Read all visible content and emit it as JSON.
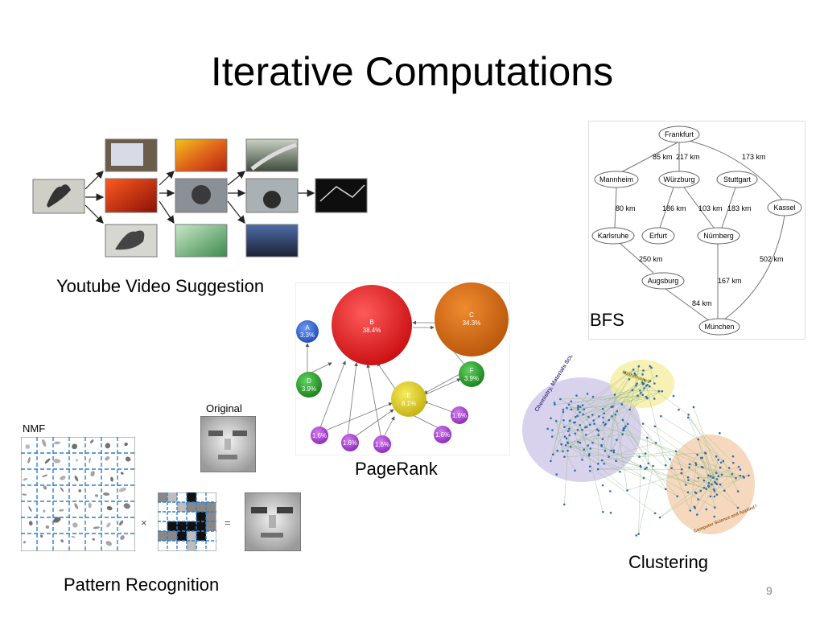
{
  "slide": {
    "title": "Iterative Computations",
    "page_number": "9"
  },
  "captions": {
    "youtube": "Youtube Video Suggestion",
    "bfs": "BFS",
    "pagerank": "PageRank",
    "clustering": "Clustering",
    "pattern": "Pattern Recognition"
  },
  "bfs_graph": {
    "cities": {
      "frankfurt": "Frankfurt",
      "mannheim": "Mannheim",
      "wurzburg": "Würzburg",
      "stuttgart": "Stuttgart",
      "kassel": "Kassel",
      "karlsruhe": "Karlsruhe",
      "erfurt": "Erfurt",
      "nurnberg": "Nürnberg",
      "augsburg": "Augsburg",
      "munchen": "München"
    },
    "edges": {
      "e1": "85 km",
      "e2": "217 km",
      "e3": "173 km",
      "e4": "80 km",
      "e5": "186 km",
      "e6": "103 km",
      "e7": "183 km",
      "e8": "250 km",
      "e9": "502 km",
      "e10": "167 km",
      "e11": "84 km"
    }
  },
  "pagerank_graph": {
    "nodes": {
      "a": {
        "name": "A",
        "value": "3.3%"
      },
      "b": {
        "name": "B",
        "value": "38.4%"
      },
      "c": {
        "name": "C",
        "value": "34.3%"
      },
      "d": {
        "name": "D",
        "value": "3.9%"
      },
      "e": {
        "name": "E",
        "value": "8.1%"
      },
      "f": {
        "name": "F",
        "value": "3.9%"
      }
    },
    "small_nodes": [
      "1.6%",
      "1.6%",
      "1.6%",
      "1.6%",
      "1.6%"
    ]
  },
  "clustering": {
    "cluster_labels": {
      "left": "Chemistry, Materials Science and Physics",
      "top": "Mathematics",
      "right": "Computer Science and Applied Mathematics"
    }
  },
  "nmf": {
    "label": "NMF",
    "original_label": "Original",
    "times": "×",
    "equals": "="
  },
  "colors": {
    "pagerank_b": "#e8191b",
    "pagerank_c": "#d96d12",
    "pagerank_a": "#2d66d6",
    "pagerank_green": "#2aa12a",
    "pagerank_e": "#e3d21c",
    "pagerank_small": "#a63bd0",
    "cluster_purple": "#c8bfe6",
    "cluster_yellow": "#f4ec9a",
    "cluster_orange": "#f2cba7",
    "nmf_grid": "#2f7fd0"
  }
}
